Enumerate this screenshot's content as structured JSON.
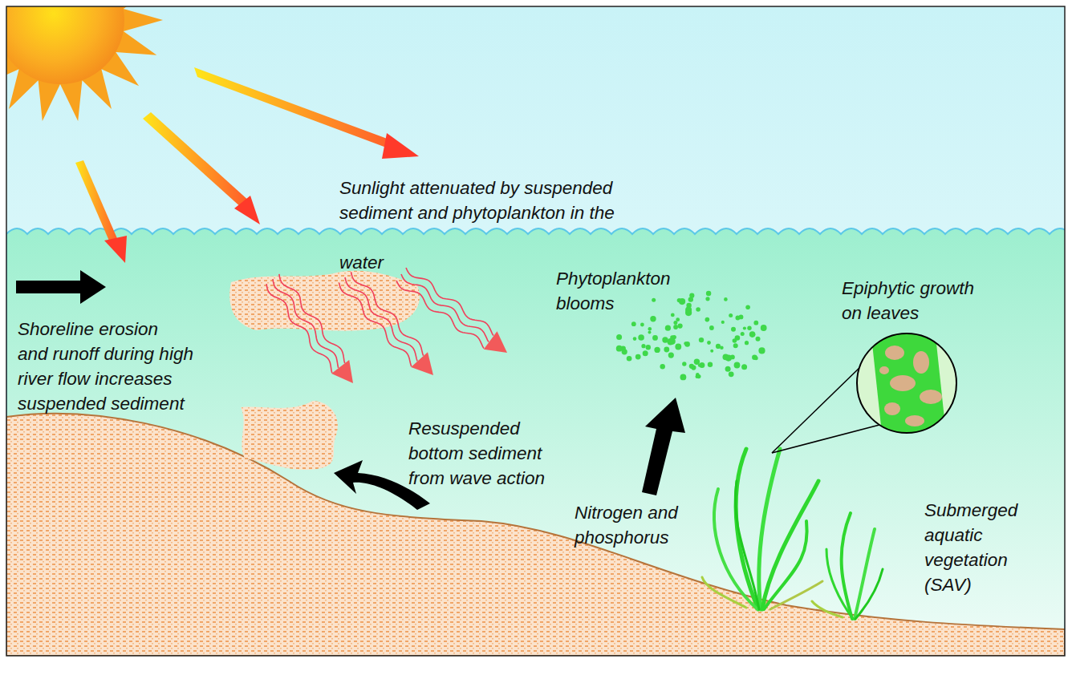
{
  "diagram": {
    "labels": [
      "Sunlight attenuated by suspended sediment and phytoplankton in the water",
      "Shoreline erosion and runoff during high river flow increases suspended sediment",
      "Resuspended bottom sediment from wave action",
      "Phytoplankton blooms",
      "Nitrogen and phosphorus",
      "Epiphytic growth on leaves",
      "Submerged aquatic vegetation (SAV)"
    ]
  }
}
